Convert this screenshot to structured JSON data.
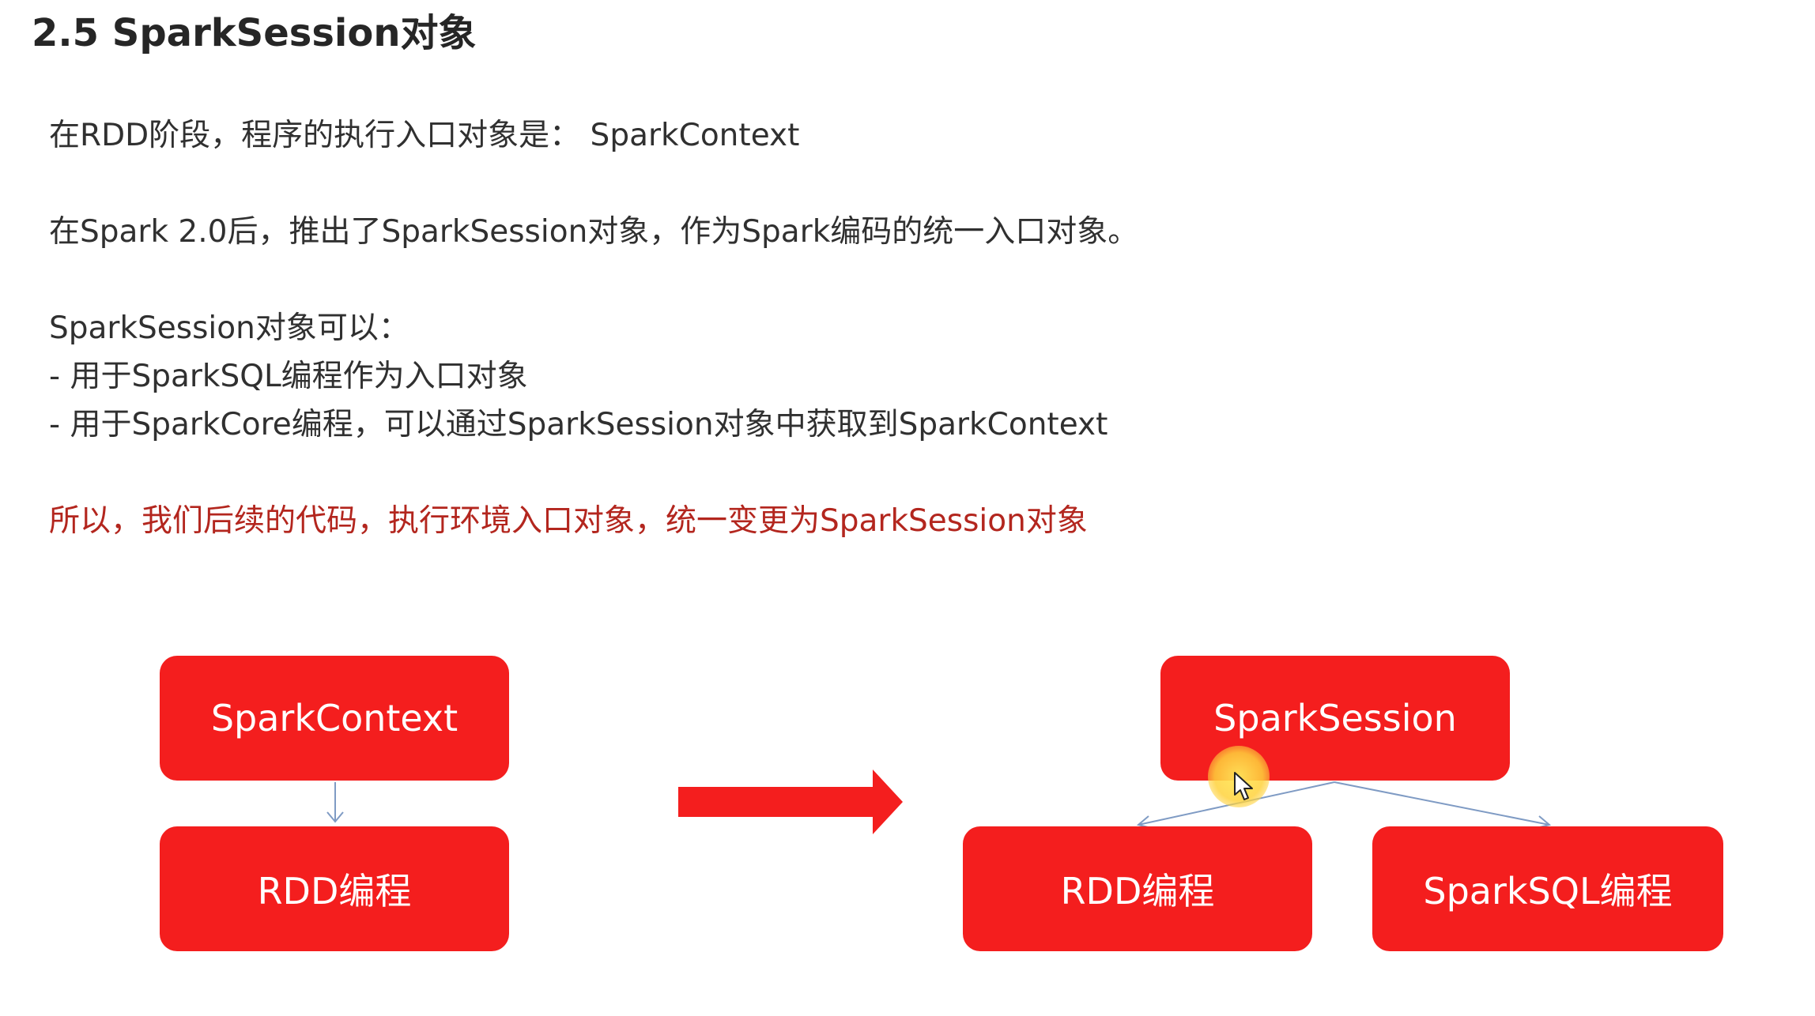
{
  "title": "2.5 SparkSession对象",
  "paragraphs": {
    "p1": "在RDD阶段，程序的执行入口对象是：  SparkContext",
    "p2": "在Spark 2.0后，推出了SparkSession对象，作为Spark编码的统一入口对象。",
    "p3": "SparkSession对象可以：",
    "p4": "- 用于SparkSQL编程作为入口对象",
    "p5": "- 用于SparkCore编程，可以通过SparkSession对象中获取到SparkContext",
    "p6": "所以，我们后续的代码，执行环境入口对象，统一变更为SparkSession对象"
  },
  "diagram": {
    "left": {
      "top_box": "SparkContext",
      "bottom_box": "RDD编程"
    },
    "right": {
      "top_box": "SparkSession",
      "bottom_left_box": "RDD编程",
      "bottom_right_box": "SparkSQL编程"
    }
  },
  "colors": {
    "box_fill": "#f41e1e",
    "emphasis_text": "#b3261e",
    "connector": "#7f9bc4",
    "arrow": "#f41e1e"
  }
}
